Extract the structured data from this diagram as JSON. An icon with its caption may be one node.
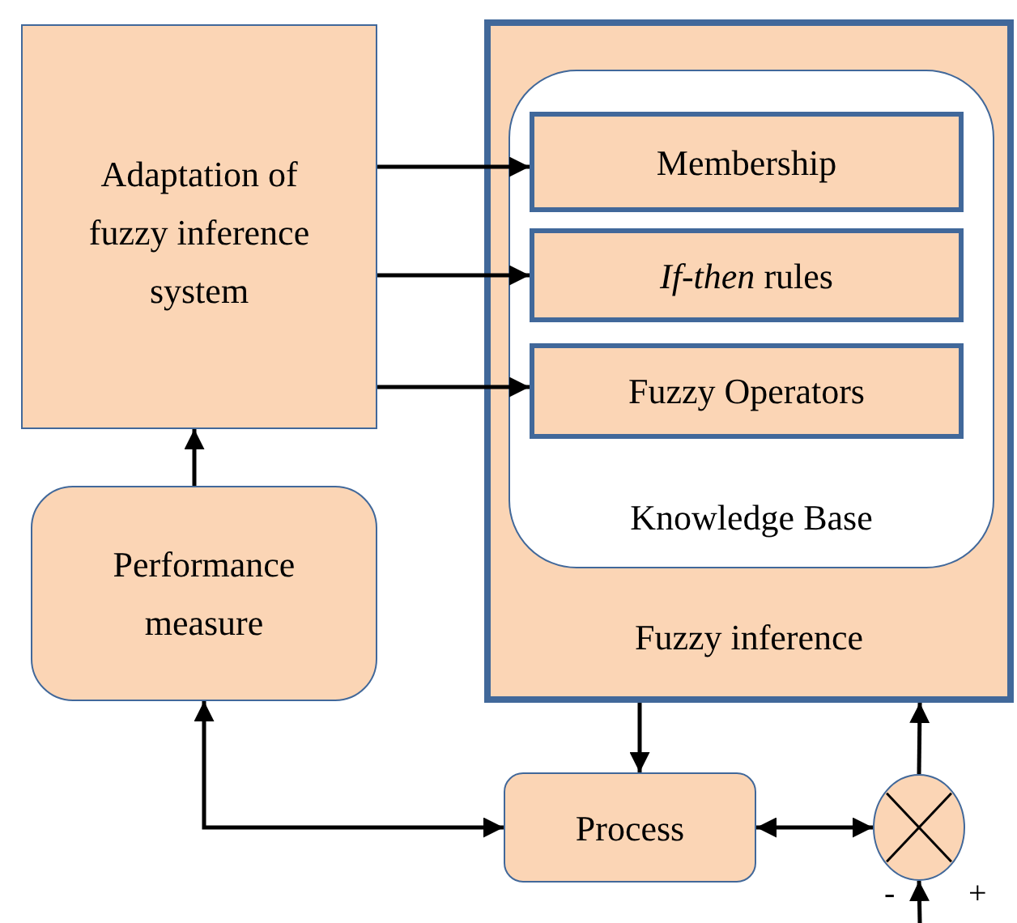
{
  "diagram": {
    "nodes": [
      {
        "text": [
          "Adaptation of fuzzy inference system"
        ]
      },
      {
        "text": [
          "Fuzzy inference"
        ]
      },
      {
        "text": [
          "Knowledge Base"
        ],
        "in": 1
      },
      {
        "text": [
          "Membership"
        ],
        "in": 2
      },
      {
        "text": [
          "*If-then* rules"
        ],
        "in": 2
      },
      {
        "text": [
          "Fuzzy Operators"
        ],
        "in": 2
      },
      {
        "text": [
          "Performance measure"
        ]
      },
      {
        "text": [
          "Process"
        ]
      },
      {
        "text": [],
        "shape": "circle"
      }
    ],
    "edges": [
      {
        "from": 0,
        "to": 3,
        "arrow": "to"
      },
      {
        "from": 0,
        "to": 4,
        "arrow": "to"
      },
      {
        "from": 0,
        "to": 5,
        "arrow": "to"
      },
      {
        "from": 6,
        "to": 0,
        "arrow": "to"
      },
      {
        "from": 7,
        "to": 6,
        "arrow": "both"
      },
      {
        "from": 1,
        "to": 7,
        "arrow": "to"
      },
      {
        "from": 7,
        "to": 8,
        "arrow": "both"
      },
      {
        "from": 8,
        "to": 1,
        "arrow": "to"
      },
      {
        "from": null,
        "to": 8,
        "arrow": "to"
      }
    ],
    "labels": [
      "-",
      "+"
    ]
  }
}
